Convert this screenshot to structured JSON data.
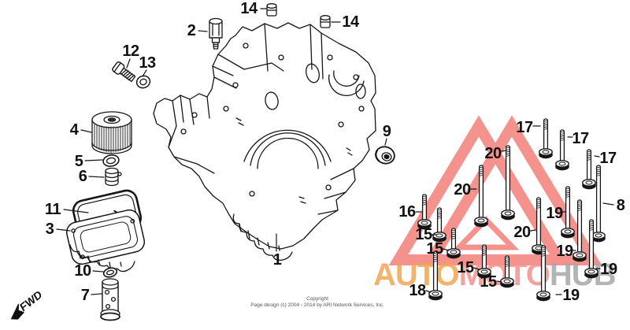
{
  "watermark": {
    "triangle_color": "#F4938E",
    "segments": [
      {
        "text": "AUTO",
        "color": "#F0A852"
      },
      {
        "text": "MOTO",
        "color": "#F2938F"
      },
      {
        "text": "HUB",
        "color": "#A8A8A8"
      }
    ]
  },
  "copyright": {
    "line1": "Copyright",
    "line2": "Page design (c) 2004 - 2014 by ARI Network Services, Inc."
  },
  "orientation": {
    "fwd_label": "FWD"
  },
  "callouts": {
    "c1": "1",
    "c2": "2",
    "c3": "3",
    "c4": "4",
    "c5": "5",
    "c6": "6",
    "c7": "7",
    "c8": "8",
    "c9": "9",
    "c10": "10",
    "c11": "11",
    "c12": "12",
    "c13": "13",
    "c14a": "14",
    "c14b": "14",
    "c15a": "15",
    "c15b": "15",
    "c15c": "15",
    "c15d": "15",
    "c16": "16",
    "c17a": "17",
    "c17b": "17",
    "c17c": "17",
    "c18": "18",
    "c19a": "19",
    "c19b": "19",
    "c19c": "19",
    "c19d": "19",
    "c20a": "20",
    "c20b": "20",
    "c20c": "20"
  }
}
